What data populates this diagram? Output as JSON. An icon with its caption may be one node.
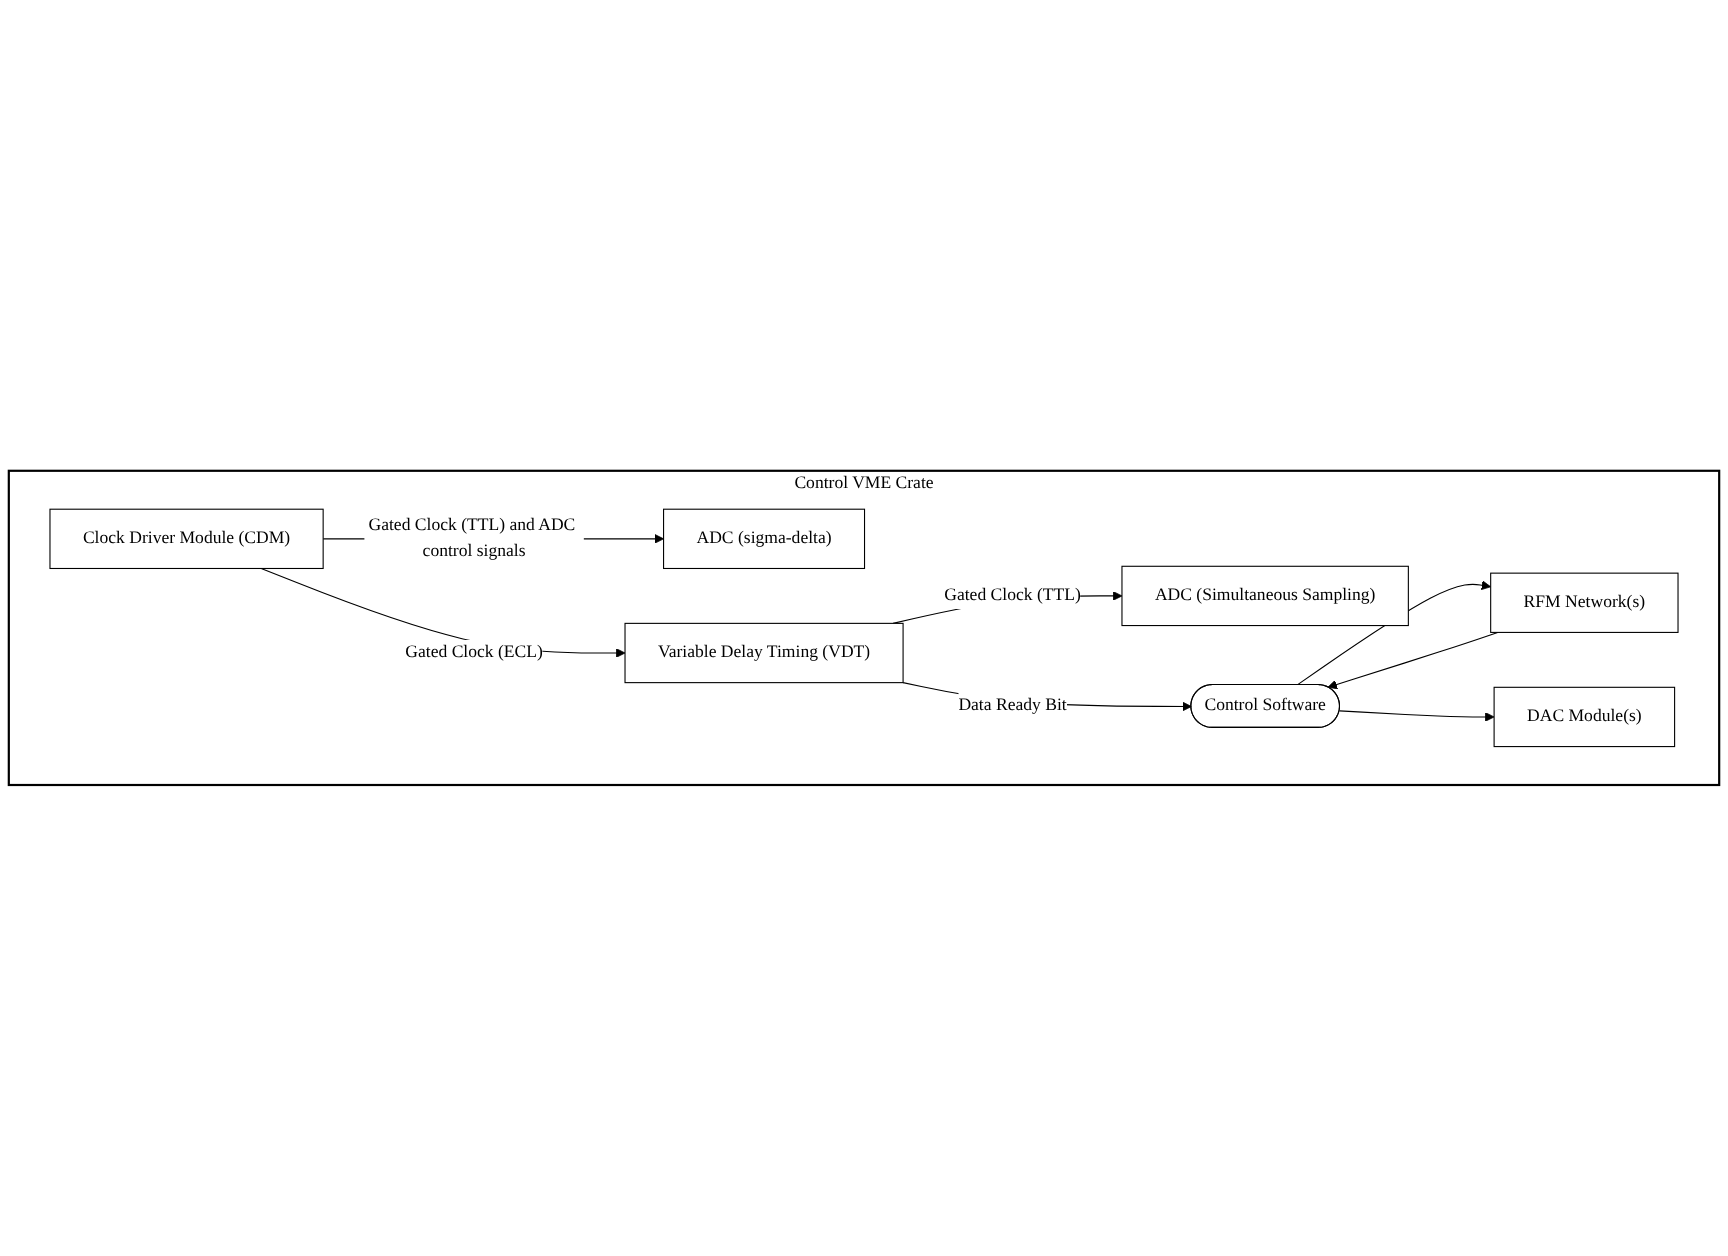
{
  "diagram": {
    "nodes": [
      {
        "text": [
          "Control VME Crate"
        ]
      },
      {
        "text": [
          "Clock Driver Module (CDM)"
        ],
        "in": 0
      },
      {
        "text": [
          "Variable Delay Timing (VDT)"
        ],
        "in": 0
      },
      {
        "text": [
          "ADC (sigma-delta)"
        ],
        "in": 0
      },
      {
        "text": [
          "ADC (Simultaneous Sampling)"
        ],
        "in": 0
      },
      {
        "text": [
          "Control Software"
        ],
        "in": 0
      },
      {
        "text": [
          "RFM Network(s)"
        ],
        "in": 0
      },
      {
        "text": [
          "DAC Module(s)"
        ],
        "in": 0
      }
    ],
    "edges": [
      {
        "from": 1,
        "to": 3,
        "arrow": "to",
        "label": "Gated Clock (TTL) and ADC control signals"
      },
      {
        "from": 1,
        "to": 2,
        "arrow": "to",
        "label": "Gated Clock (ECL)"
      },
      {
        "from": 2,
        "to": 4,
        "arrow": "to",
        "label": "Gated Clock (TTL)"
      },
      {
        "from": 2,
        "to": 5,
        "arrow": "to",
        "label": "Data Ready Bit"
      },
      {
        "from": 6,
        "to": 5,
        "arrow": "to"
      },
      {
        "from": 5,
        "to": 6,
        "arrow": "to"
      },
      {
        "from": 5,
        "to": 7,
        "arrow": "to"
      }
    ]
  }
}
